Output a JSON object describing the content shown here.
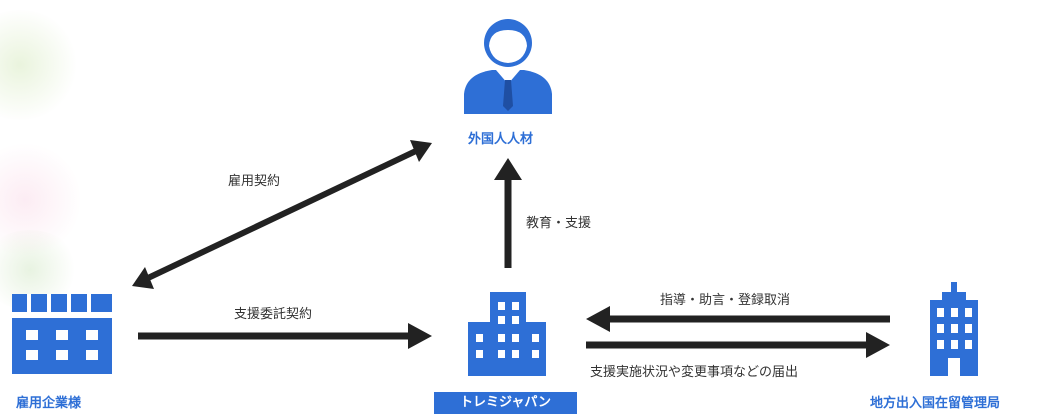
{
  "nodes": {
    "foreign_worker": "外国人人材",
    "employer": "雇用企業様",
    "support_org": "トレミジャパン",
    "immigration": "地方出入国在留管理局"
  },
  "edges": {
    "employment_contract": "雇用契約",
    "education_support": "教育・支援",
    "support_consignment": "支援委託契約",
    "guidance": "指導・助言・登録取消",
    "report": "支援実施状況や変更事項などの届出"
  },
  "colors": {
    "accent": "#2e6fd6",
    "arrow": "#222222"
  }
}
